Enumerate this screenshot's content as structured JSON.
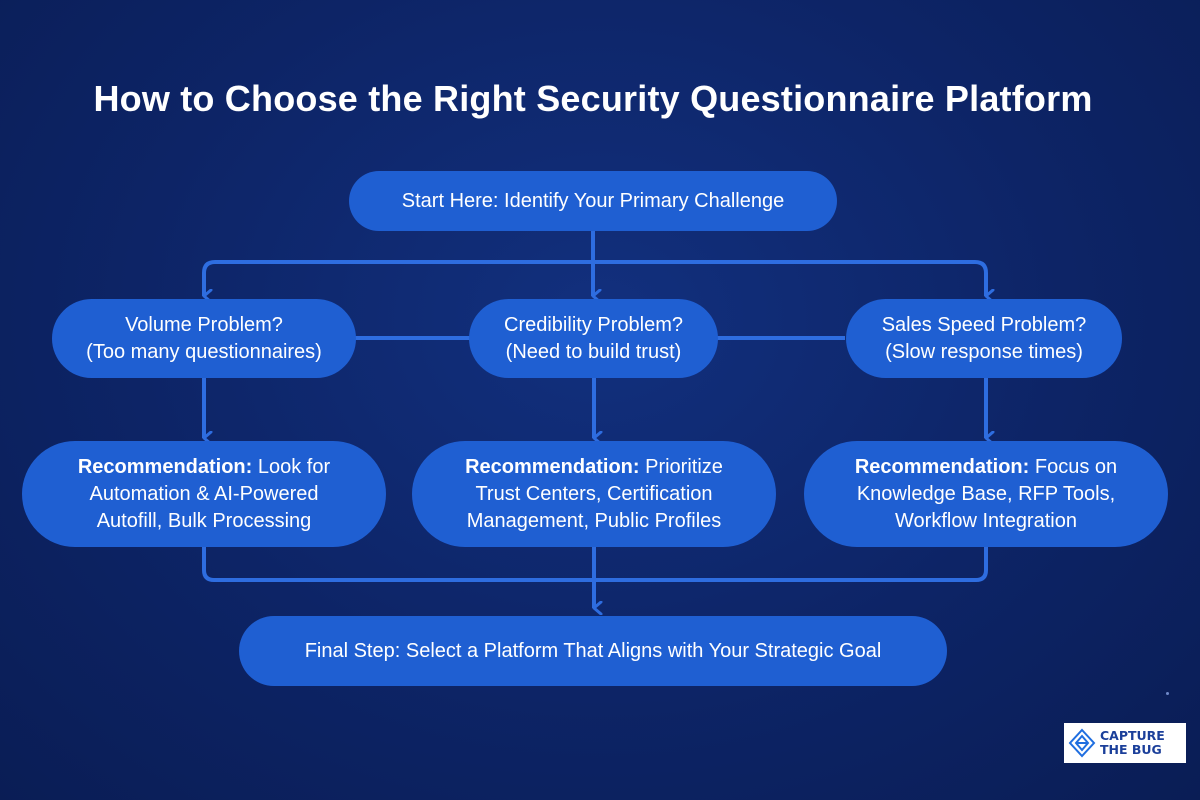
{
  "title": "How to Choose the Right Security Questionnaire Platform",
  "start": {
    "text": "Start Here: Identify Your Primary Challenge"
  },
  "problems": [
    {
      "line1": "Volume Problem?",
      "line2": "(Too many questionnaires)"
    },
    {
      "line1": "Credibility Problem?",
      "line2": "(Need to build trust)"
    },
    {
      "line1": "Sales Speed Problem?",
      "line2": "(Slow response times)"
    }
  ],
  "recommendations": [
    {
      "keyword": "Recommendation:",
      "line1": "Look for",
      "line2": "Automation & AI-Powered",
      "line3": "Autofill, Bulk Processing"
    },
    {
      "keyword": "Recommendation:",
      "line1": "Prioritize",
      "line2": "Trust Centers, Certification",
      "line3": "Management, Public Profiles"
    },
    {
      "keyword": "Recommendation:",
      "line1": "Focus on",
      "line2": "Knowledge Base, RFP Tools,",
      "line3": "Workflow Integration"
    }
  ],
  "final": {
    "text": "Final Step: Select a Platform That Aligns with Your Strategic Goal"
  },
  "logo": {
    "line1": "CAPTURE",
    "line2": "THE BUG",
    "icon": "diamond-logo-icon"
  },
  "colors": {
    "background": "#0d2466",
    "node": "#1f5fd2",
    "connector": "#2e6de0",
    "text": "#ffffff"
  }
}
